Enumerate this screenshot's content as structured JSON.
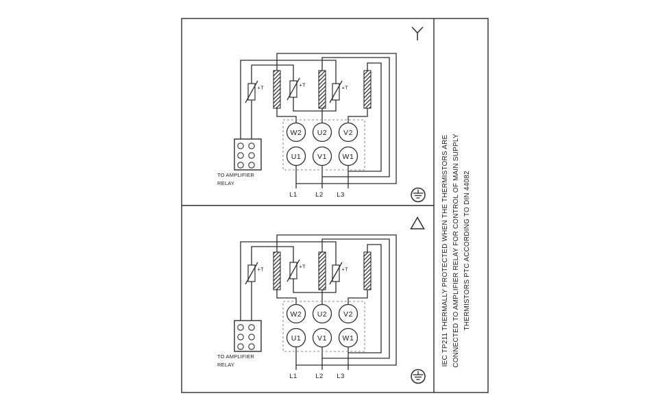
{
  "colors": {
    "ink": "#2b2b2b",
    "background": "#ffffff",
    "dashed_box": "#8a8a8a"
  },
  "side_note": {
    "line1": "IEC TP211 THERMALLY PROTECTED WHEN THE THERMISTORS ARE",
    "line2": "CONNECTED TO AMPLIFIER RELAY FOR CONTROL OF MAIN SUPPLY",
    "line3": "THERMISTORS PTC ACCORDING TO DIN 44082"
  },
  "panels": [
    {
      "name": "star",
      "connection_symbol": "star-icon",
      "terminals_top": [
        "W2",
        "U2",
        "V2"
      ],
      "terminals_bottom": [
        "U1",
        "V1",
        "W1"
      ],
      "supply": [
        "L1",
        "L2",
        "L3"
      ],
      "thermistor": "+T",
      "relay_line1": "TO AMPLIFIER",
      "relay_line2": "RELAY"
    },
    {
      "name": "delta",
      "connection_symbol": "delta-icon",
      "terminals_top": [
        "W2",
        "U2",
        "V2"
      ],
      "terminals_bottom": [
        "U1",
        "V1",
        "W1"
      ],
      "supply": [
        "L1",
        "L2",
        "L3"
      ],
      "thermistor": "+T",
      "relay_line1": "TO AMPLIFIER",
      "relay_line2": "RELAY"
    }
  ]
}
